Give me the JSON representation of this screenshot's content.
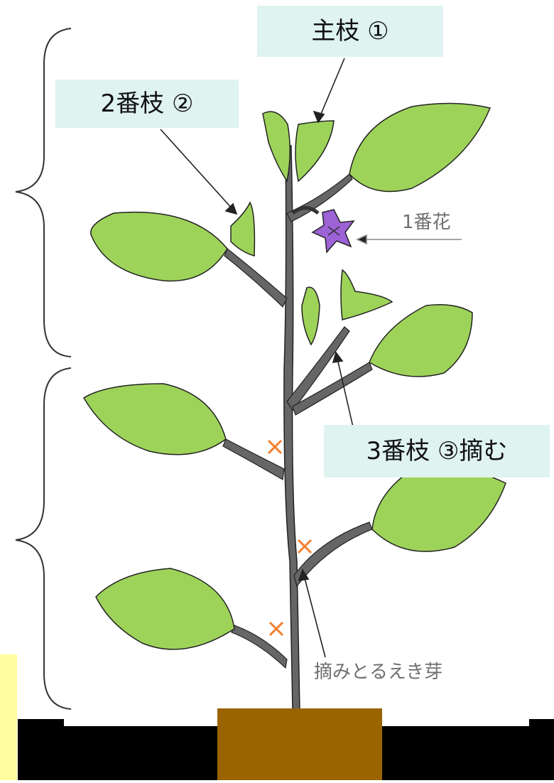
{
  "labels": {
    "main_branch": "主枝 ①",
    "second_branch": "2番枝 ②",
    "first_flower": "1番花",
    "third_branch": "3番枝 ③摘む",
    "side_shoot": "摘みとるえき芽"
  },
  "colors": {
    "callout_bg": "#dff3f1",
    "leaf": "#9ed35a",
    "stem": "#666666",
    "flower": "#9d62d6",
    "mark": "#f08030",
    "pot": "#9a6400",
    "ground": "#000000"
  }
}
